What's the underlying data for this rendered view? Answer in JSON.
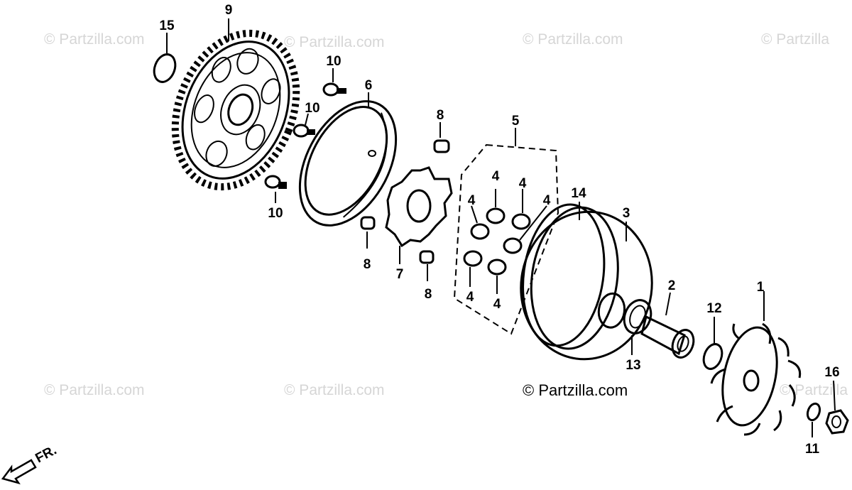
{
  "watermarks": [
    "© Partzilla.com",
    "© Partzilla.com",
    "© Partzilla.com",
    "© Partzilla",
    "© Partzilla.com",
    "© Partzilla.com",
    "© Partzilla"
  ],
  "copyright": "© Partzilla.com",
  "front_marker": "FR.",
  "callouts": {
    "p1": "1",
    "p2": "2",
    "p3": "3",
    "p4a": "4",
    "p4b": "4",
    "p4c": "4",
    "p4d": "4",
    "p4e": "4",
    "p4f": "4",
    "p5": "5",
    "p6": "6",
    "p7": "7",
    "p8a": "8",
    "p8b": "8",
    "p8c": "8",
    "p9": "9",
    "p10a": "10",
    "p10b": "10",
    "p10c": "10",
    "p11": "11",
    "p12": "12",
    "p13": "13",
    "p14": "14",
    "p15": "15",
    "p16": "16"
  }
}
